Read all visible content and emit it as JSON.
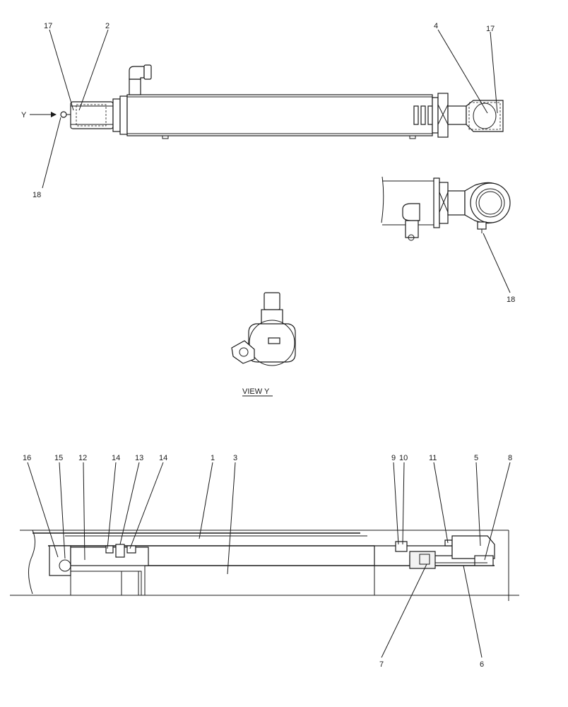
{
  "view_title": "VIEW  Y",
  "view_arrow_label": "Y",
  "callouts_top": {
    "c17_left": "17",
    "c2": "2",
    "c4": "4",
    "c17_right": "17",
    "c18_left": "18",
    "c18_right": "18"
  },
  "callouts_section": {
    "c16": "16",
    "c15": "15",
    "c12": "12",
    "c14_a": "14",
    "c13": "13",
    "c14_b": "14",
    "c1": "1",
    "c3": "3",
    "c9": "9",
    "c10": "10",
    "c11": "11",
    "c5": "5",
    "c8": "8",
    "c7": "7",
    "c6": "6"
  }
}
